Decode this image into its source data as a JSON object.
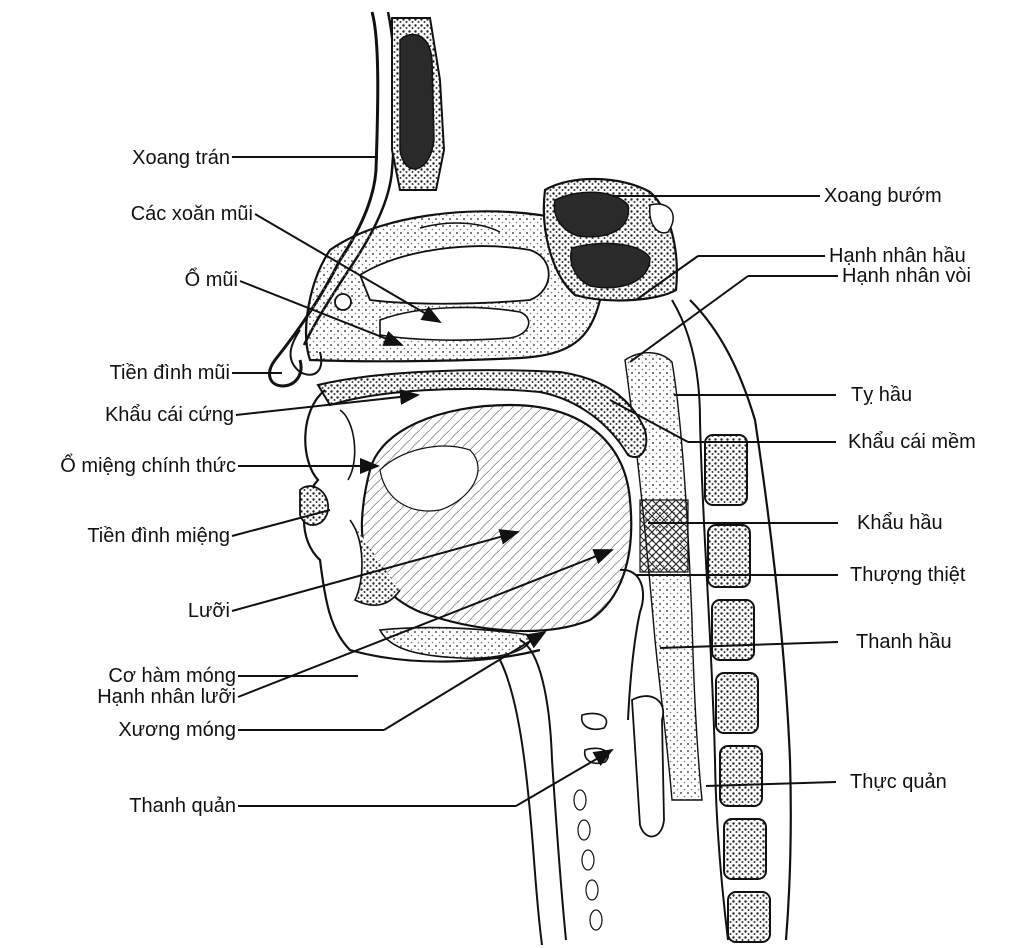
{
  "labels_left": [
    {
      "id": "frontal-sinus",
      "text": "Xoang trán"
    },
    {
      "id": "nasal-conchae",
      "text": "Các xoăn mũi"
    },
    {
      "id": "nasal-cavity",
      "text": "Ổ mũi"
    },
    {
      "id": "nasal-vestibule",
      "text": "Tiền đình mũi"
    },
    {
      "id": "hard-palate",
      "text": "Khẩu cái cứng"
    },
    {
      "id": "oral-cavity-proper",
      "text": "Ổ miệng chính thức"
    },
    {
      "id": "oral-vestibule",
      "text": "Tiền đình miệng"
    },
    {
      "id": "tongue",
      "text": "Lưỡi"
    },
    {
      "id": "mylohyoid",
      "text": "Cơ hàm móng"
    },
    {
      "id": "lingual-tonsil",
      "text": "Hạnh nhân lưỡi"
    },
    {
      "id": "hyoid-bone",
      "text": "Xương móng"
    },
    {
      "id": "larynx",
      "text": "Thanh quản"
    }
  ],
  "labels_right": [
    {
      "id": "sphenoid-sinus",
      "text": "Xoang bướm"
    },
    {
      "id": "pharyngeal-tonsil",
      "text": "Hạnh nhân hầu"
    },
    {
      "id": "tubal-tonsil",
      "text": "Hạnh nhân vòi"
    },
    {
      "id": "nasopharynx",
      "text": "Tỵ hầu"
    },
    {
      "id": "soft-palate",
      "text": "Khẩu cái mềm"
    },
    {
      "id": "oropharynx",
      "text": "Khẩu hầu"
    },
    {
      "id": "epiglottis",
      "text": "Thượng thiệt"
    },
    {
      "id": "laryngopharynx",
      "text": "Thanh hầu"
    },
    {
      "id": "esophagus",
      "text": "Thực quản"
    }
  ],
  "colors": {
    "ink": "#111111",
    "bone_dark": "#2a2a2a",
    "stipple": "#9a9a9a",
    "paper": "#ffffff"
  }
}
